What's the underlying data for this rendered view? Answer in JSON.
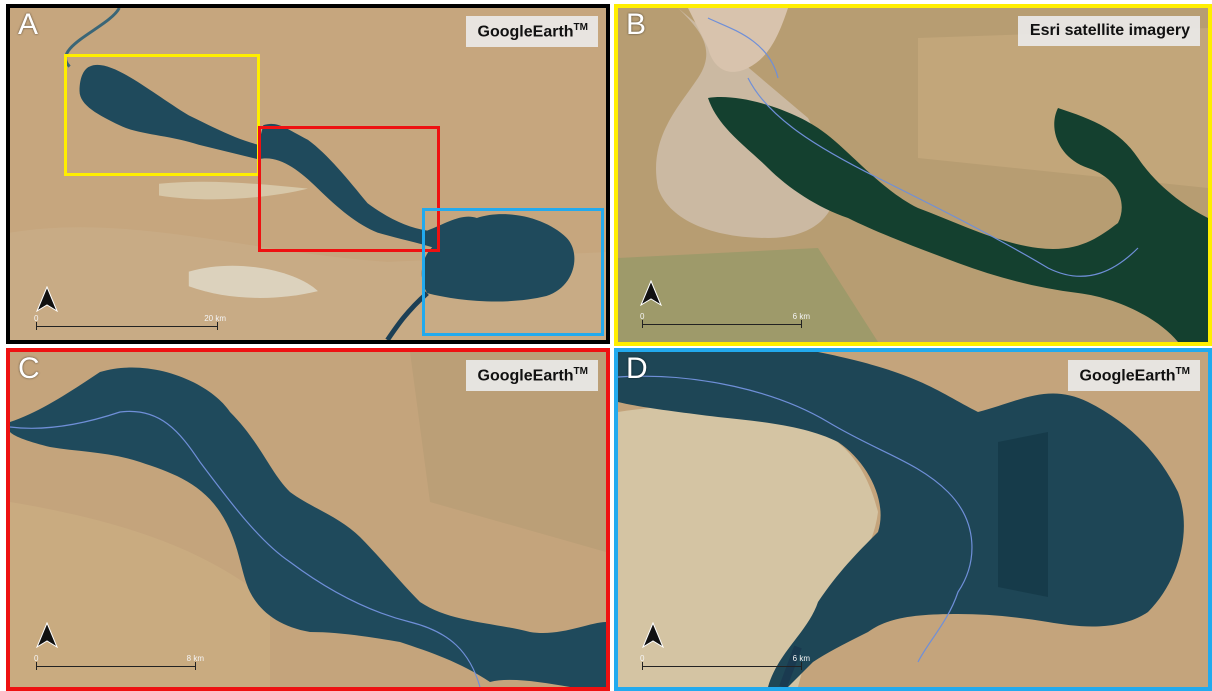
{
  "panels": {
    "a": {
      "letter": "A",
      "source": "GoogleEarth",
      "source_sup": "TM",
      "scale_start": "0",
      "scale_end": "20 km",
      "border": "#000000"
    },
    "b": {
      "letter": "B",
      "source": "Esri satellite imagery",
      "scale_start": "0",
      "scale_end": "6 km",
      "border": "#ffee00"
    },
    "c": {
      "letter": "C",
      "source": "GoogleEarth",
      "source_sup": "TM",
      "scale_start": "0",
      "scale_end": "8 km",
      "border": "#ee1111"
    },
    "d": {
      "letter": "D",
      "source": "GoogleEarth",
      "source_sup": "TM",
      "scale_start": "0",
      "scale_end": "6 km",
      "border": "#22aaee"
    }
  },
  "insets": [
    {
      "name": "yellow",
      "color": "#ffee00",
      "links_to": "B"
    },
    {
      "name": "red",
      "color": "#ee1111",
      "links_to": "C"
    },
    {
      "name": "blue",
      "color": "#22aaee",
      "links_to": "D"
    }
  ],
  "colors": {
    "land": "#c4a47c",
    "water": "#1f4a5c",
    "river": "#6f8fd8"
  },
  "icons": [
    "north-arrow-icon"
  ]
}
